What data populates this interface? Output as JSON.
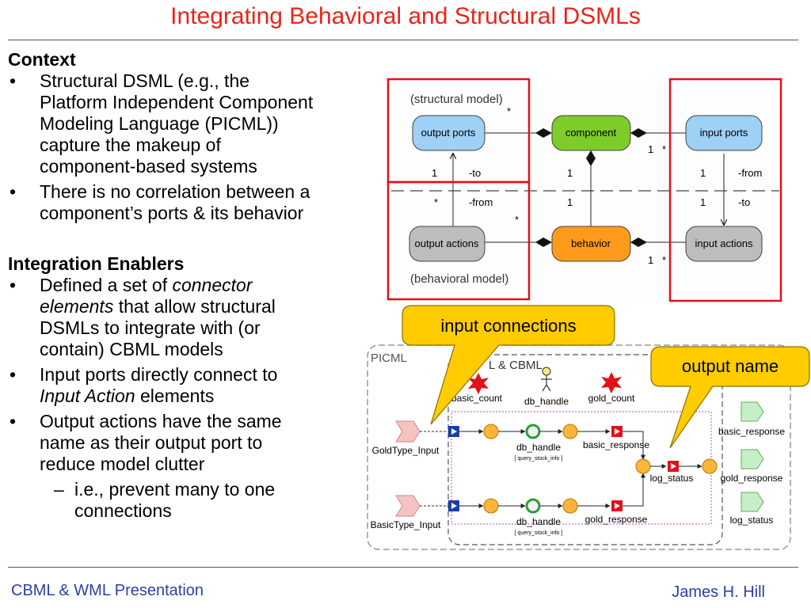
{
  "slide": {
    "title": "Integrating Behavioral and Structural DSMLs",
    "context_heading": "Context",
    "context_bullets": [
      [
        "Structural DSML (e.g., the",
        "Platform Independent Component",
        "Modeling Language (PICML))",
        "capture the makeup of",
        "component-based systems"
      ],
      [
        "There is no correlation between a",
        "component’s ports & its behavior"
      ]
    ],
    "enablers_heading": "Integration Enablers",
    "enabler_bullet1": {
      "l1_pre": "Defined a set of ",
      "l1_em": "connector",
      "l2_em": "elements",
      "l2_post": " that allow structural",
      "l3": "DSMLs to integrate with (or",
      "l4": "contain) CBML models"
    },
    "enabler_bullet2": {
      "l1": "Input ports directly connect to",
      "l2_em": "Input Action",
      "l2_post": " elements"
    },
    "enabler_bullet3": [
      "Output actions have the same",
      "name as their output port to",
      "reduce model clutter"
    ],
    "sub_bullet": [
      "i.e., prevent many to one",
      "connections"
    ],
    "bullet_char": "•",
    "dash_char": "–"
  },
  "uml": {
    "structural_label": "(structural model)",
    "behavioral_label": "(behavioral model)",
    "output_ports": "output ports",
    "component": "component",
    "input_ports": "input ports",
    "output_actions": "output actions",
    "behavior": "behavior",
    "input_actions": "input actions",
    "one": "1",
    "star": "*",
    "to": "-to",
    "from": "-from"
  },
  "callouts": {
    "input_connections": "input connections",
    "output_name": "output name"
  },
  "picml": {
    "picml_label": "PICML",
    "cbml_label": "L & CBML",
    "basic_count": "basic_count",
    "db_handle": "db_handle",
    "gold_count": "gold_count",
    "goldtype_input": "GoldType_Input",
    "basictype_input": "BasicType_Input",
    "db_handle_action": "db_handle",
    "query_stock_info": "[ query_stock_info ]",
    "basic_response_action": "basic_response",
    "gold_response_action": "gold_response",
    "log_status_action": "log_status",
    "basic_response_port": "basic_response",
    "gold_response_port": "gold_response",
    "log_status_port": "log_status"
  },
  "footer": {
    "left": "CBML & WML Presentation",
    "right": "James H. Hill"
  },
  "colors": {
    "title": "#e8251a",
    "footer": "#2b3fa8",
    "port_blue": "#9fd0f5",
    "component_green": "#7ecb2a",
    "behavior_orange": "#ff9a1a",
    "action_gray": "#bdbdbd",
    "highlight_red": "#e3101a",
    "callout_yellow": "#ffcc00",
    "state_orange": "#ffb43a",
    "port_green": "#c6efc6",
    "input_pink": "#f6c3c3"
  }
}
